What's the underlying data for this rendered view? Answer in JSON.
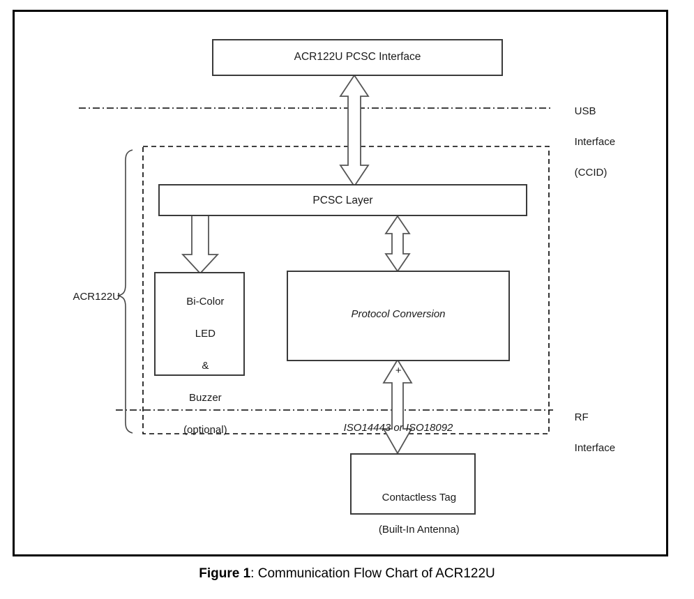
{
  "figure": {
    "caption_label": "Figure 1",
    "caption_separator": ": ",
    "caption_text": "Communication Flow Chart of ACR122U"
  },
  "diagram": {
    "title": "Communication Flow Chart of ACR122U",
    "type": "block-flow-diagram",
    "blocks": [
      {
        "id": "pcsc-interface",
        "label": "ACR122U PCSC Interface",
        "style": "solid",
        "italic": false
      },
      {
        "id": "pcsc-layer",
        "label": "PCSC Layer",
        "style": "solid",
        "italic": false
      },
      {
        "id": "led-buzzer",
        "label": "Bi-Color\nLED\n&\nBuzzer\n(optional)",
        "lines": [
          "Bi-Color",
          "LED",
          "&",
          "Buzzer",
          "(optional)"
        ],
        "style": "solid",
        "italic": false
      },
      {
        "id": "protocol-conversion",
        "lines": [
          "Protocol Conversion",
          "+",
          "ISO14443 or ISO18092"
        ],
        "line_1": "Protocol Conversion",
        "line_2": "+",
        "line_3": "ISO14443 or ISO18092",
        "style": "solid",
        "italic": true
      },
      {
        "id": "contactless-tag",
        "lines": [
          "Contactless Tag",
          "(Built-In Antenna)"
        ],
        "label": "Contactless Tag\n(Built-In Antenna)",
        "style": "solid",
        "italic": false
      }
    ],
    "boundaries": [
      {
        "id": "usb-interface",
        "label": "USB\nInterface\n(CCID)",
        "lines": [
          "USB",
          "Interface",
          "(CCID)"
        ],
        "line_style": "dash-dot"
      },
      {
        "id": "rf-interface",
        "label": "RF\nInterface",
        "lines": [
          "RF",
          "Interface"
        ],
        "line_style": "dash-dot"
      }
    ],
    "grouping": {
      "brace_label": "ACR122U",
      "region_style": "dashed"
    },
    "connectors": [
      {
        "id": "pcsc-interface-to-pcsc-layer",
        "kind": "double-arrow",
        "orientation": "vertical"
      },
      {
        "id": "pcsc-layer-to-led",
        "kind": "single-arrow-down",
        "orientation": "vertical"
      },
      {
        "id": "pcsc-layer-to-protocol",
        "kind": "double-arrow",
        "orientation": "vertical"
      },
      {
        "id": "protocol-to-tag",
        "kind": "double-arrow",
        "orientation": "vertical"
      }
    ]
  },
  "colors": {
    "frame": "#000000",
    "box_stroke": "#3a3a3a",
    "arrow_stroke": "#555555",
    "text": "#1a1a1a",
    "background": "#ffffff"
  }
}
